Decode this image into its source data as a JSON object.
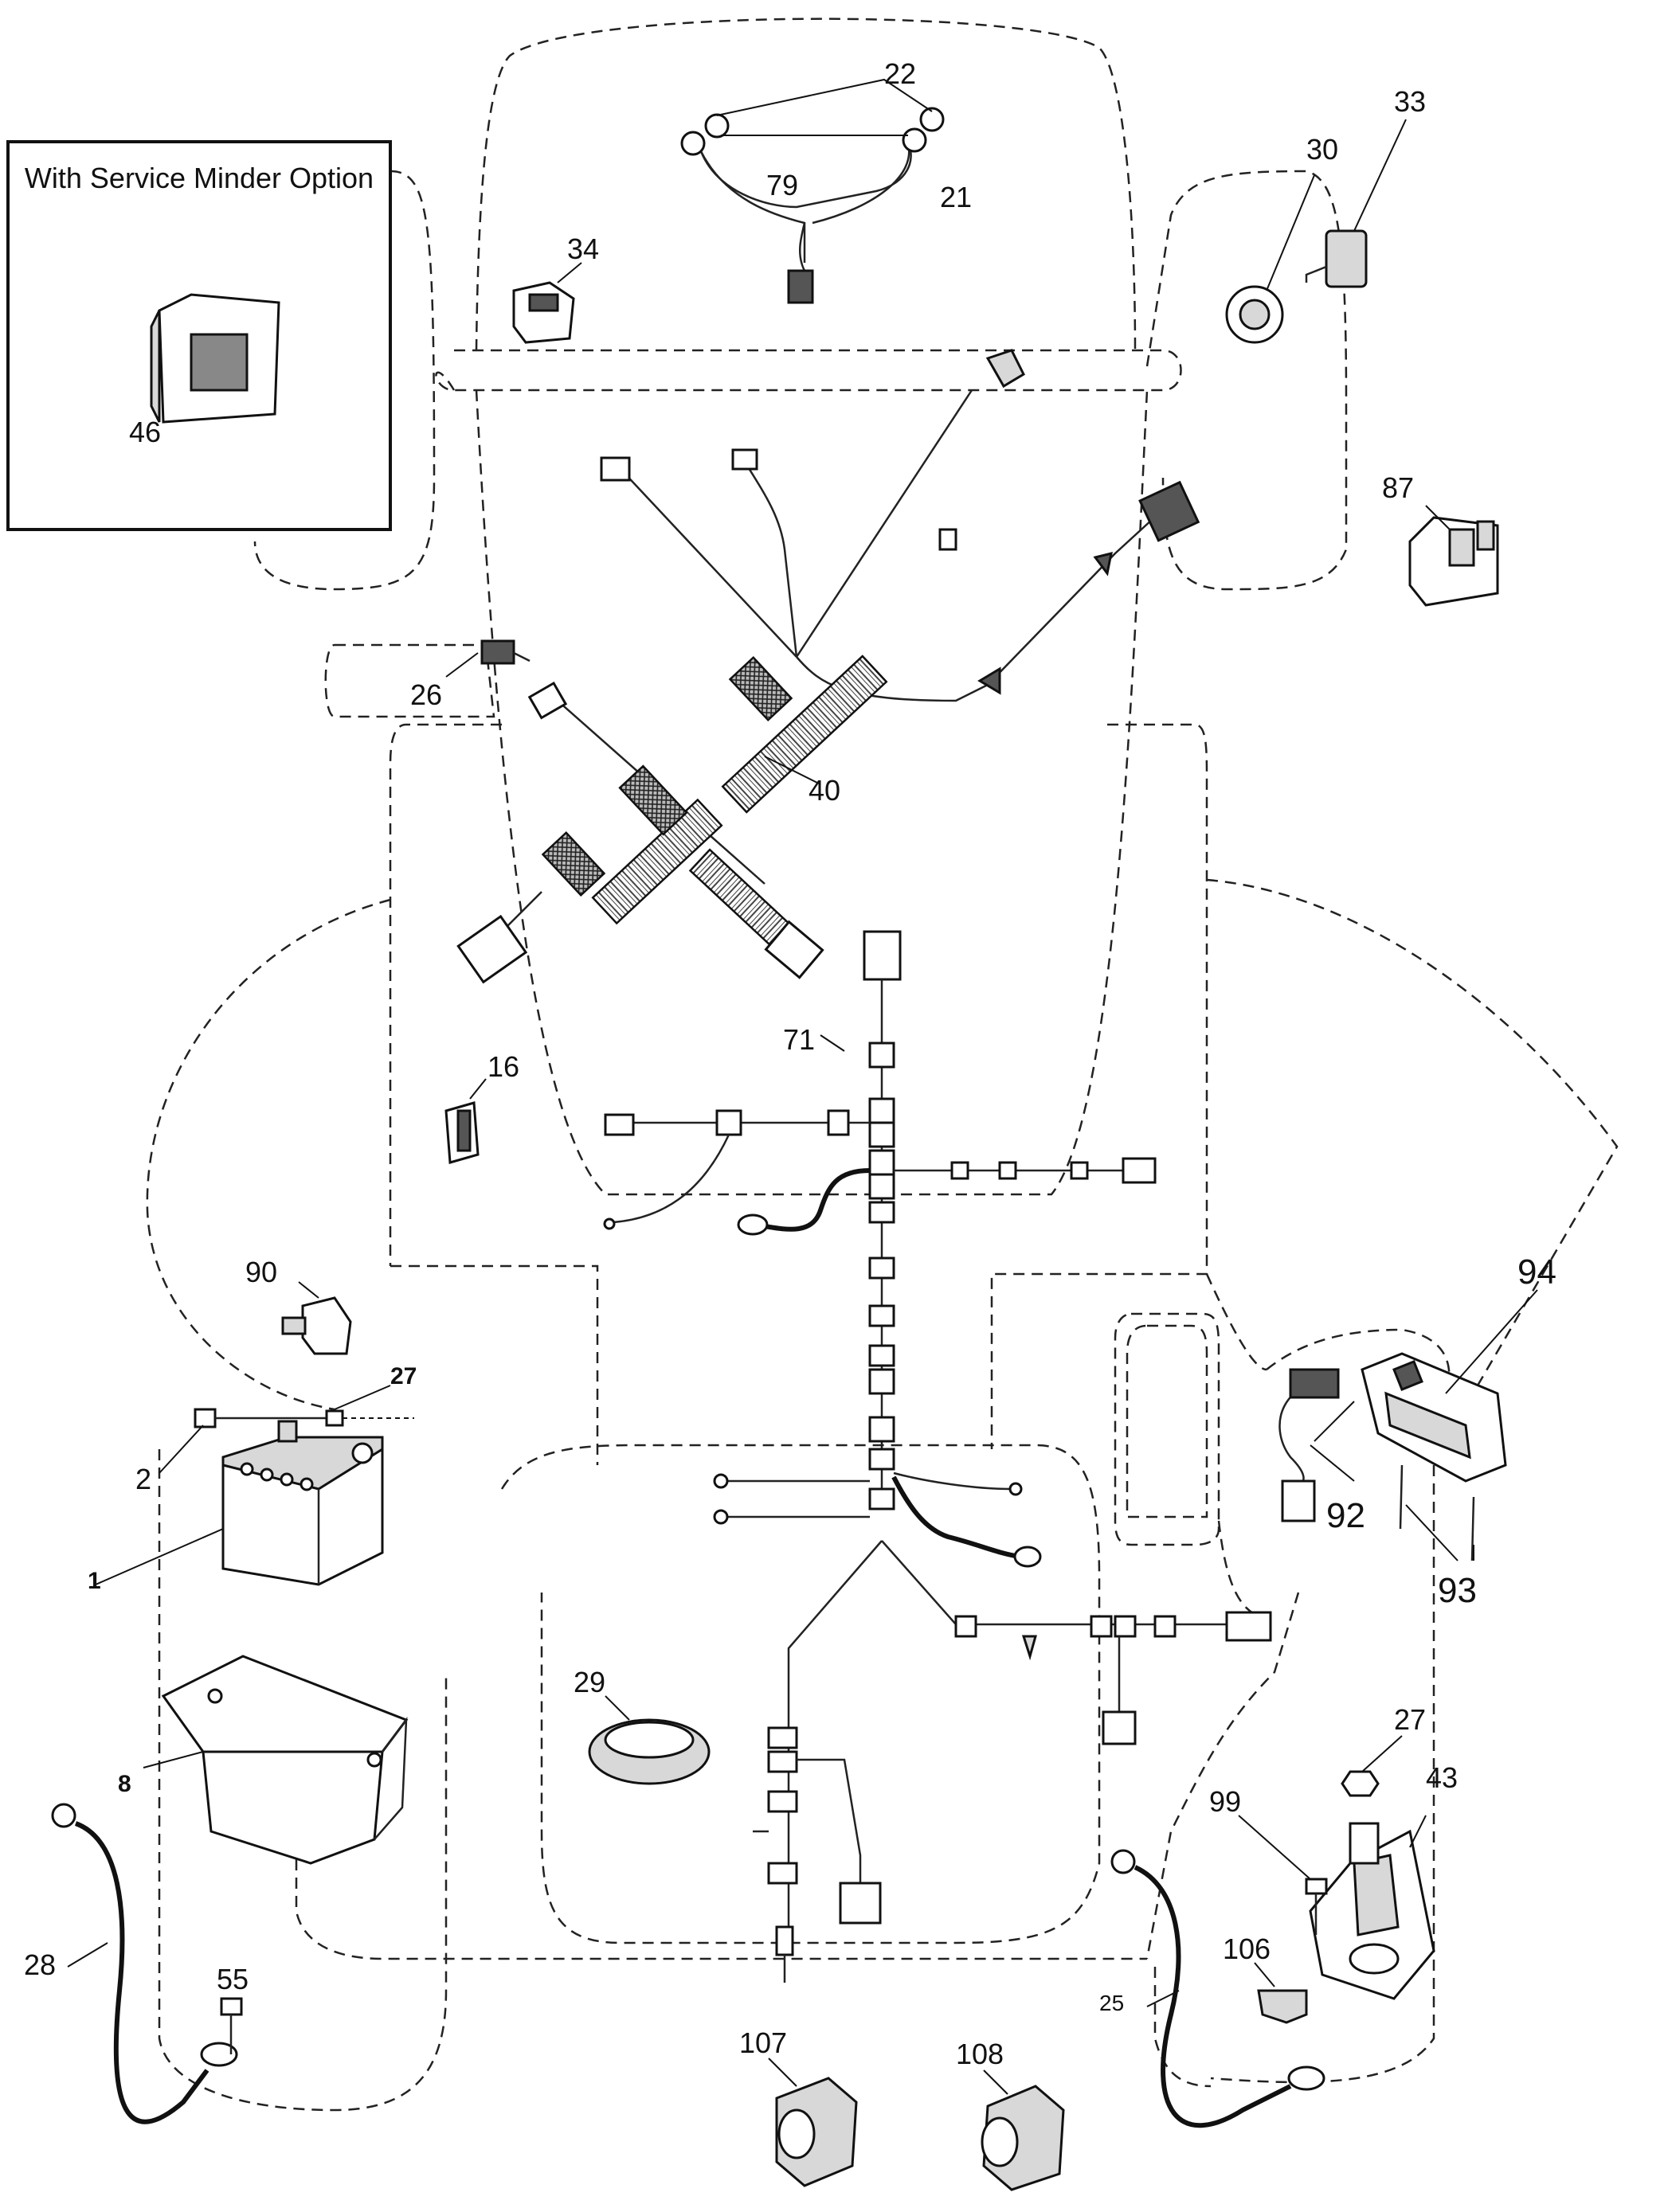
{
  "option_box": {
    "title": "With Service Minder Option"
  },
  "labels": {
    "l1": "1",
    "l2": "2",
    "l8": "8",
    "l16": "16",
    "l21": "21",
    "l22": "22",
    "l25": "25",
    "l26": "26",
    "l27a": "27",
    "l27b": "27",
    "l28": "28",
    "l29": "29",
    "l30": "30",
    "l33": "33",
    "l34": "34",
    "l40": "40",
    "l43": "43",
    "l46": "46",
    "l55": "55",
    "l71": "71",
    "l79": "79",
    "l87": "87",
    "l90": "90",
    "l92": "92",
    "l93": "93",
    "l94": "94",
    "l99": "99",
    "l106": "106",
    "l107": "107",
    "l108": "108"
  }
}
